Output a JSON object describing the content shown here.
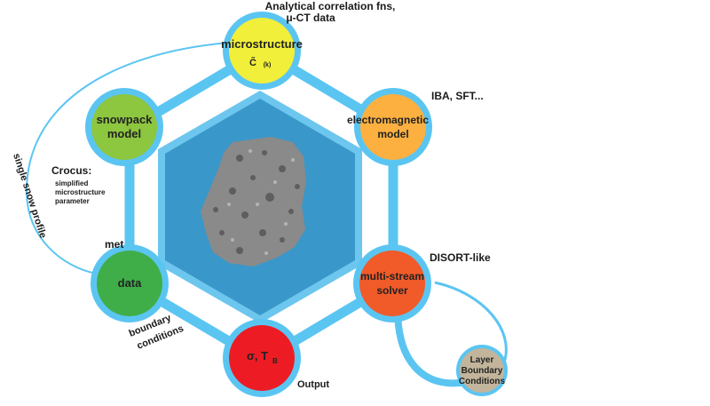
{
  "nodes": {
    "microstructure": {
      "label": "microstructure",
      "sublabel": "C̃",
      "sub_index": "(k)",
      "color": "#f2ef3a"
    },
    "snowpack_model": {
      "line1": "snowpack",
      "line2": "model",
      "color": "#8dc63f"
    },
    "electromagnetic_model": {
      "line1": "electromagnetic",
      "line2": "model",
      "color": "#fbb040"
    },
    "met_data": {
      "label": "data",
      "color": "#3fae49"
    },
    "multi_stream_solver": {
      "line1": "multi-stream",
      "line2": "solver",
      "color": "#f15a29"
    },
    "output_node": {
      "label": "σ, T",
      "sub": "B",
      "color": "#ed1c24"
    },
    "layer_bc": {
      "line1": "Layer",
      "line2": "Boundary",
      "line3": "Conditions",
      "color": "#c2b59b"
    }
  },
  "annotations": {
    "microstructure_top_line1": "Analytical correlation fns,",
    "microstructure_top_line2": "μ-CT data",
    "em_note": "IBA, SFT...",
    "crocus_title": "Crocus:",
    "crocus_line1": "simplified",
    "crocus_line2": "microstructure",
    "crocus_line3": "parameter",
    "single_profile": "single snow profile",
    "met": "met",
    "boundary": "boundary",
    "conditions": "conditions",
    "disort": "DISORT-like",
    "output": "Output"
  },
  "colors": {
    "link_blue": "#5bc5f2",
    "hex_fill": "#3a97c9",
    "hex_border": "#6cc6ee",
    "sample_gray": "#8a8a8a"
  }
}
